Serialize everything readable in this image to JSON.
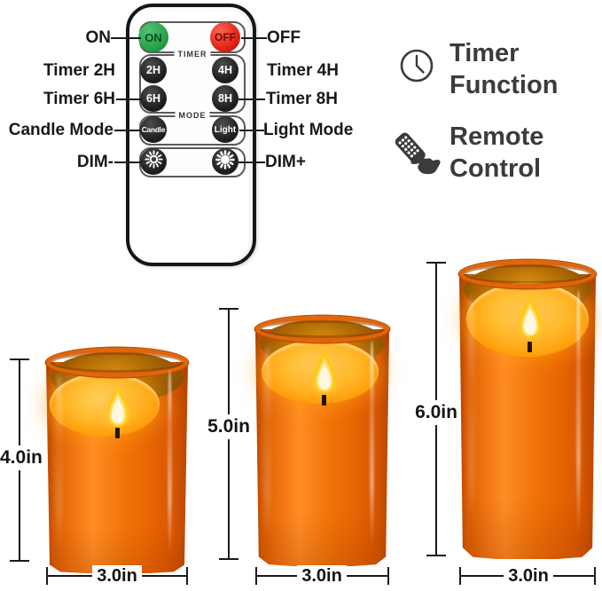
{
  "remote": {
    "on_label": "ON",
    "off_label": "OFF",
    "timer_group_label": "TIMER",
    "timer_buttons": [
      "2H",
      "4H",
      "6H",
      "8H"
    ],
    "mode_group_label": "MODE",
    "mode_buttons": [
      "Candle",
      "Light"
    ],
    "dim_icons": [
      "sun-outline-icon",
      "sun-filled-icon"
    ]
  },
  "callouts": {
    "on": "ON",
    "off": "OFF",
    "timer_2h": "Timer 2H",
    "timer_4h": "Timer 4H",
    "timer_6h": "Timer 6H",
    "timer_8h": "Timer 8H",
    "candle_mode": "Candle Mode",
    "light_mode": "Light Mode",
    "dim_minus": "DIM-",
    "dim_plus": "DIM+"
  },
  "features": [
    {
      "icon": "clock-icon",
      "label": "Timer Function"
    },
    {
      "icon": "remote-hand-icon",
      "label": "Remote Control"
    }
  ],
  "candles": [
    {
      "size": "small",
      "height_label": "4.0in",
      "width_label": "3.0in"
    },
    {
      "size": "medium",
      "height_label": "5.0in",
      "width_label": "3.0in"
    },
    {
      "size": "large",
      "height_label": "6.0in",
      "width_label": "3.0in"
    }
  ],
  "colors": {
    "on_green": "#2aa24c",
    "off_red": "#e32417",
    "button_black": "#1d1d1d",
    "candle_orange": "#f07408",
    "rim_orange": "#e2650a",
    "pool_amber": "#ffbc2e",
    "flame_yellow": "#ffc61c",
    "flame_core": "#fff8e0",
    "label_dark": "#141414",
    "feature_text": "#3b3b3b"
  }
}
